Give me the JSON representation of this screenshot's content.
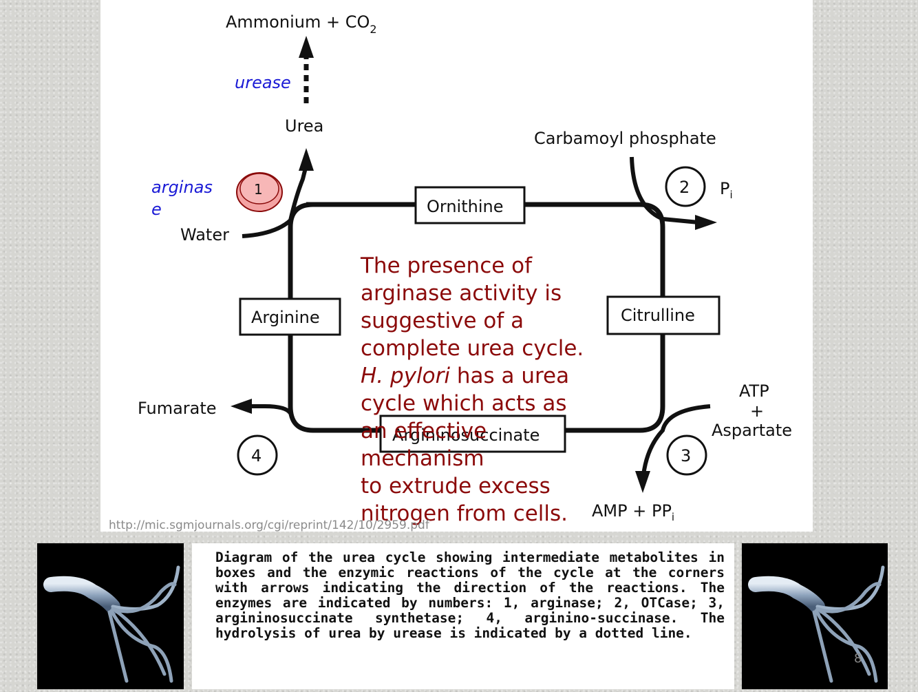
{
  "diagram": {
    "top_product": "Ammonium + CO",
    "top_product_sub": "2",
    "urease_label": "urease",
    "urea_label": "Urea",
    "arginase_label_line1": "arginas",
    "arginase_label_line2": "e",
    "water_label": "Water",
    "ornithine_label": "Ornithine",
    "carbamoyl_label": "Carbamoyl phosphate",
    "pi_label": "P",
    "pi_sub": "i",
    "arginine_label": "Arginine",
    "citrulline_label": "Citrulline",
    "fumarate_label": "Fumarate",
    "argininosuccinate_label": "Argininosuccinate",
    "atp_label": "ATP",
    "plus_label": "+",
    "aspartate_label": "Aspartate",
    "amp_label": "AMP + PP",
    "amp_sub": "i",
    "enzyme_1": "1",
    "enzyme_2": "2",
    "enzyme_3": "3",
    "enzyme_4": "4"
  },
  "overlay": {
    "text_1": "The presence of arginase activity is suggestive of a complete urea cycle. ",
    "text_italic": "H. pylori",
    "text_2": "  has a urea cycle which acts as an effective mechanism",
    "text_3": "to extrude excess nitrogen from cells."
  },
  "source_url": "http://mic.sgmjournals.org/cgi/reprint/142/10/2959.pdf",
  "caption": "Diagram of the urea cycle showing intermediate metabolites in boxes and the enzymic reactions of the cycle at the corners with arrows indicating the direction of the reactions. The enzymes are indicated by numbers: 1, arginase; 2, OTCase; 3, argininosuccinate synthetase; 4, arginino-succinase. The hydrolysis of urea by urease is indicated by a dotted line.",
  "page_number": "8",
  "colors": {
    "overlay_text": "#8b0a0a",
    "enzyme_italic": "#1a1ad6",
    "highlight_circle": "#f4a3a3"
  }
}
